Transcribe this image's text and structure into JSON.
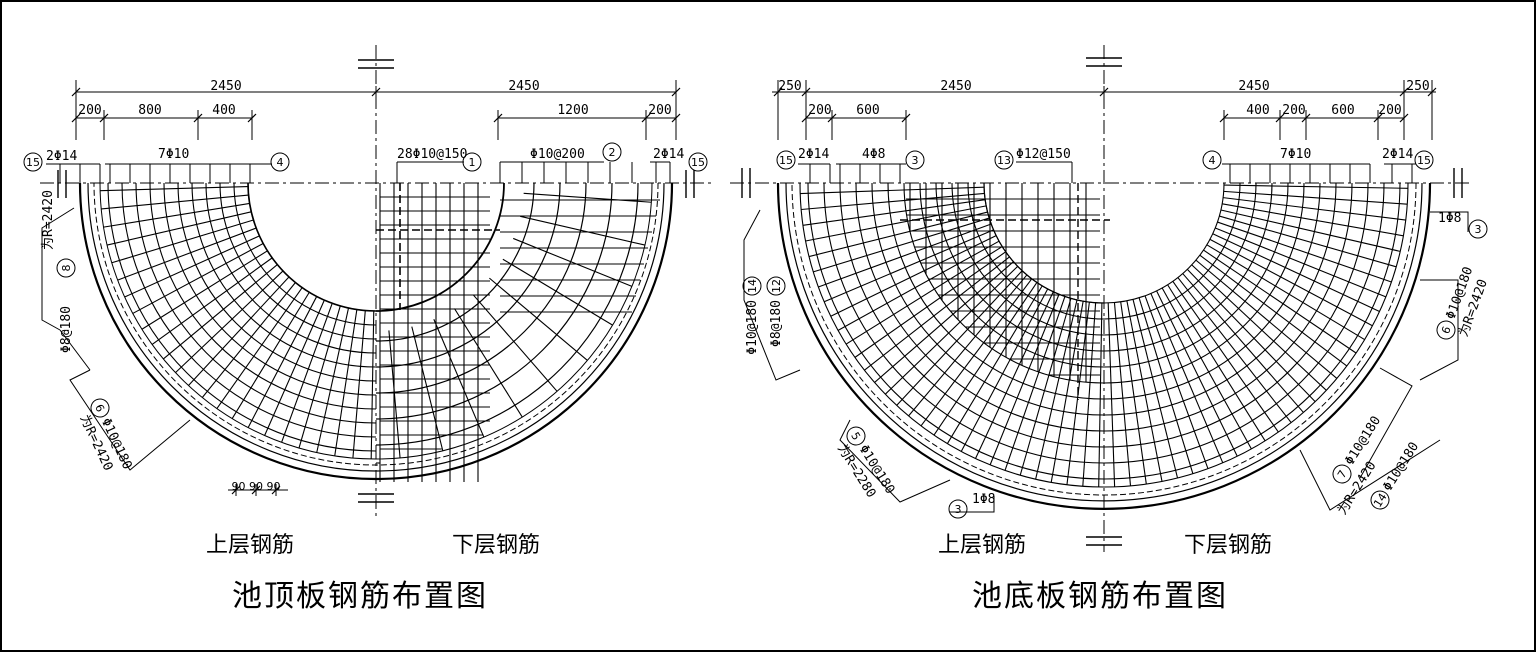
{
  "left": {
    "title": "池顶板钢筋布置图",
    "sub_upper": "上层钢筋",
    "sub_lower": "下层钢筋",
    "dims": {
      "top_a": "2450",
      "top_b": "2450",
      "d200": "200",
      "d800": "800",
      "d400": "400",
      "d1200": "1200",
      "d200r": "200"
    },
    "labels": {
      "m15l_bar": "2Φ14",
      "m4_bar": "7Φ10",
      "m1_bar": "28Φ10@150",
      "m2_bar": "Φ10@200",
      "m15r_bar": "2Φ14",
      "m8_bar": "Φ8@180",
      "m8_r": "为R=2420",
      "m6_bar": "Φ10@180",
      "m6_r": "为R=2420",
      "small_dims": "90 90 90"
    },
    "markers": {
      "m15l": "15",
      "m4": "4",
      "m1": "1",
      "m2": "2",
      "m15r": "15",
      "m8": "8",
      "m6": "6"
    }
  },
  "right": {
    "title": "池底板钢筋布置图",
    "sub_upper": "上层钢筋",
    "sub_lower": "下层钢筋",
    "dims": {
      "d250l": "250",
      "top_a": "2450",
      "top_b": "2450",
      "d250r": "250",
      "d200a": "200",
      "d600a": "600",
      "d400": "400",
      "d200b": "200",
      "d600b": "600",
      "d200c": "200"
    },
    "labels": {
      "m15l_bar": "2Φ14",
      "m3_bar": "4Φ8",
      "m13_bar": "Φ12@150",
      "m4_bar": "7Φ10",
      "m15r_bar": "2Φ14",
      "m3r_bar": "1Φ8",
      "m6_bar": "Φ10@180",
      "m6_r": "为R=2420",
      "m14l_bar": "Φ10@180",
      "m12_bar": "Φ8@180",
      "m5_bar": "Φ10@180",
      "m5_r": "为R=2280",
      "m3b_bar": "1Φ8",
      "m7_bar": "Φ10@180",
      "m14r_bar": "Φ10@180",
      "m7_r": "为R=2420"
    },
    "markers": {
      "m15l": "15",
      "m3": "3",
      "m13": "13",
      "m4": "4",
      "m15r": "15",
      "m3r": "3",
      "m6": "6",
      "m14l": "14",
      "m12": "12",
      "m5": "5",
      "m3b": "3",
      "m7": "7",
      "m14r": "14"
    }
  }
}
